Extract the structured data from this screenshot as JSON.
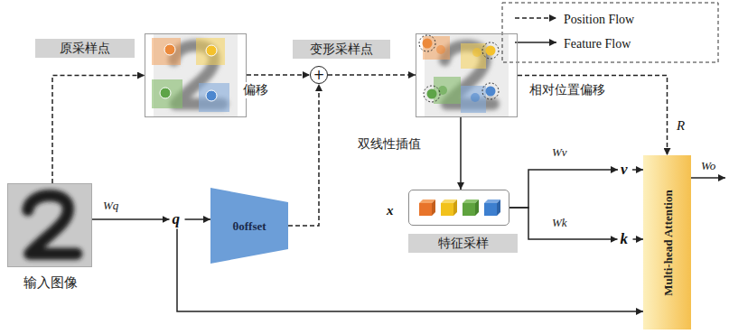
{
  "diagram": {
    "nodes": [
      {
        "text": [
          "原采样点"
        ]
      },
      {
        "text": [
          "+"
        ]
      },
      {
        "text": [
          "变形采样点"
        ]
      },
      {
        "text": [
          "输入图像"
        ]
      },
      {
        "text": [
          "q"
        ]
      },
      {
        "text": [
          "θoffset"
        ]
      },
      {
        "text": [
          "特征采样"
        ]
      },
      {
        "text": [
          "v"
        ]
      },
      {
        "text": [
          "k"
        ]
      },
      {
        "text": [
          "Multi-head Attention"
        ]
      }
    ],
    "edges": [
      {
        "from": 3,
        "to": 0,
        "arrow": "to"
      },
      {
        "from": 0,
        "to": 1,
        "arrow": "to"
      },
      {
        "from": 1,
        "to": 2,
        "arrow": "to"
      },
      {
        "from": 2,
        "to": 9,
        "label": "相对位置偏移",
        "arrow": "to"
      },
      {
        "from": 2,
        "to": 6,
        "label": "双线性插值",
        "arrow": "to"
      },
      {
        "from": 3,
        "to": 4,
        "label": "Wq",
        "arrow": "to"
      },
      {
        "from": 4,
        "to": 5,
        "arrow": "to"
      },
      {
        "from": 5,
        "to": 1,
        "label": "偏移",
        "arrow": "to"
      },
      {
        "from": 4,
        "to": 9,
        "arrow": "to"
      },
      {
        "from": 6,
        "to": 7,
        "label": "Wv",
        "arrow": "to"
      },
      {
        "from": 6,
        "to": 8,
        "label": "Wk",
        "arrow": "to"
      },
      {
        "from": 7,
        "to": 9,
        "arrow": "to"
      },
      {
        "from": 8,
        "to": 9,
        "arrow": "to"
      }
    ],
    "labels": [
      "x",
      "R",
      "Wo"
    ],
    "legend": [
      {
        "text": "Position Flow"
      },
      {
        "text": "Feature Flow"
      }
    ]
  }
}
